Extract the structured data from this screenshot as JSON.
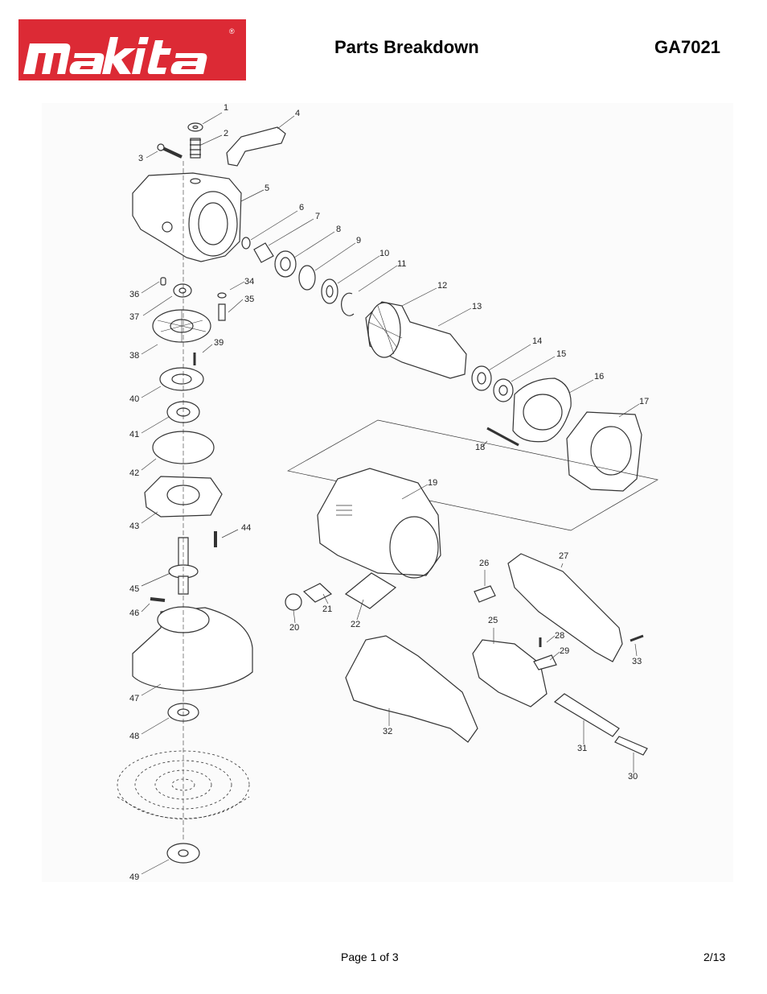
{
  "header": {
    "brand": "makita",
    "title": "Parts Breakdown",
    "model": "GA7021"
  },
  "footer": {
    "page": "Page 1 of 3",
    "date": "2/13"
  },
  "brand_colors": {
    "logo_red": "#dc2a35",
    "line": "#333333"
  },
  "part_numbers": [
    "1",
    "2",
    "3",
    "4",
    "5",
    "6",
    "7",
    "8",
    "9",
    "10",
    "11",
    "12",
    "13",
    "14",
    "15",
    "16",
    "17",
    "18",
    "19",
    "20",
    "21",
    "22",
    "25",
    "26",
    "27",
    "28",
    "29",
    "30",
    "31",
    "32",
    "33",
    "34",
    "35",
    "36",
    "37",
    "38",
    "39",
    "40",
    "41",
    "42",
    "43",
    "44",
    "45",
    "46",
    "47",
    "48",
    "49"
  ]
}
